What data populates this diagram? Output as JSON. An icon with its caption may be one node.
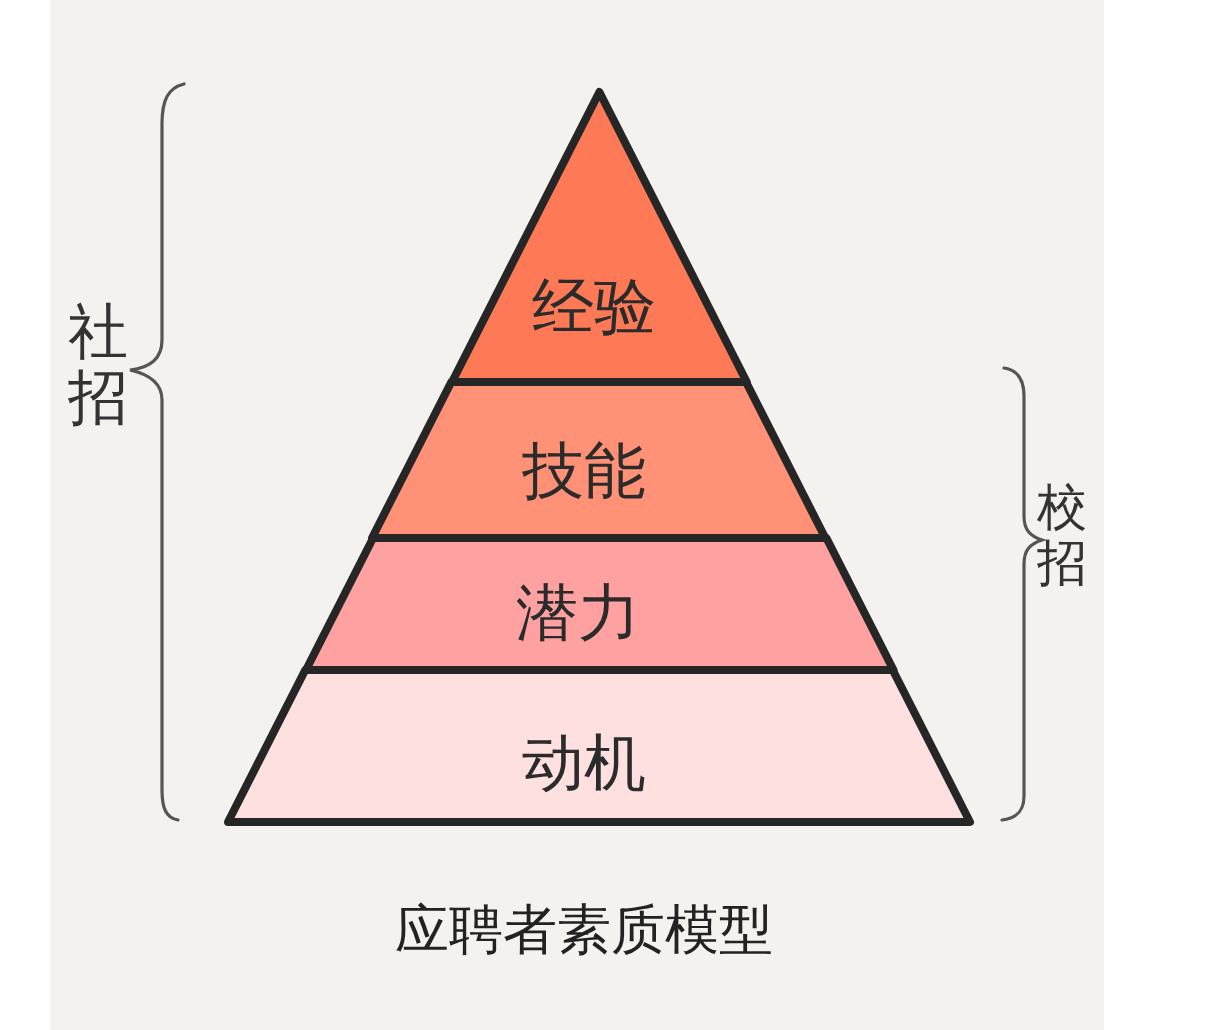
{
  "diagram": {
    "caption": "应聘者素质模型",
    "nodes": [
      {
        "text": [
          "经验"
        ]
      },
      {
        "text": [
          "技能"
        ]
      },
      {
        "text": [
          "潜力"
        ]
      },
      {
        "text": [
          "动机"
        ]
      }
    ],
    "labels": [
      "社招",
      "校招"
    ]
  }
}
